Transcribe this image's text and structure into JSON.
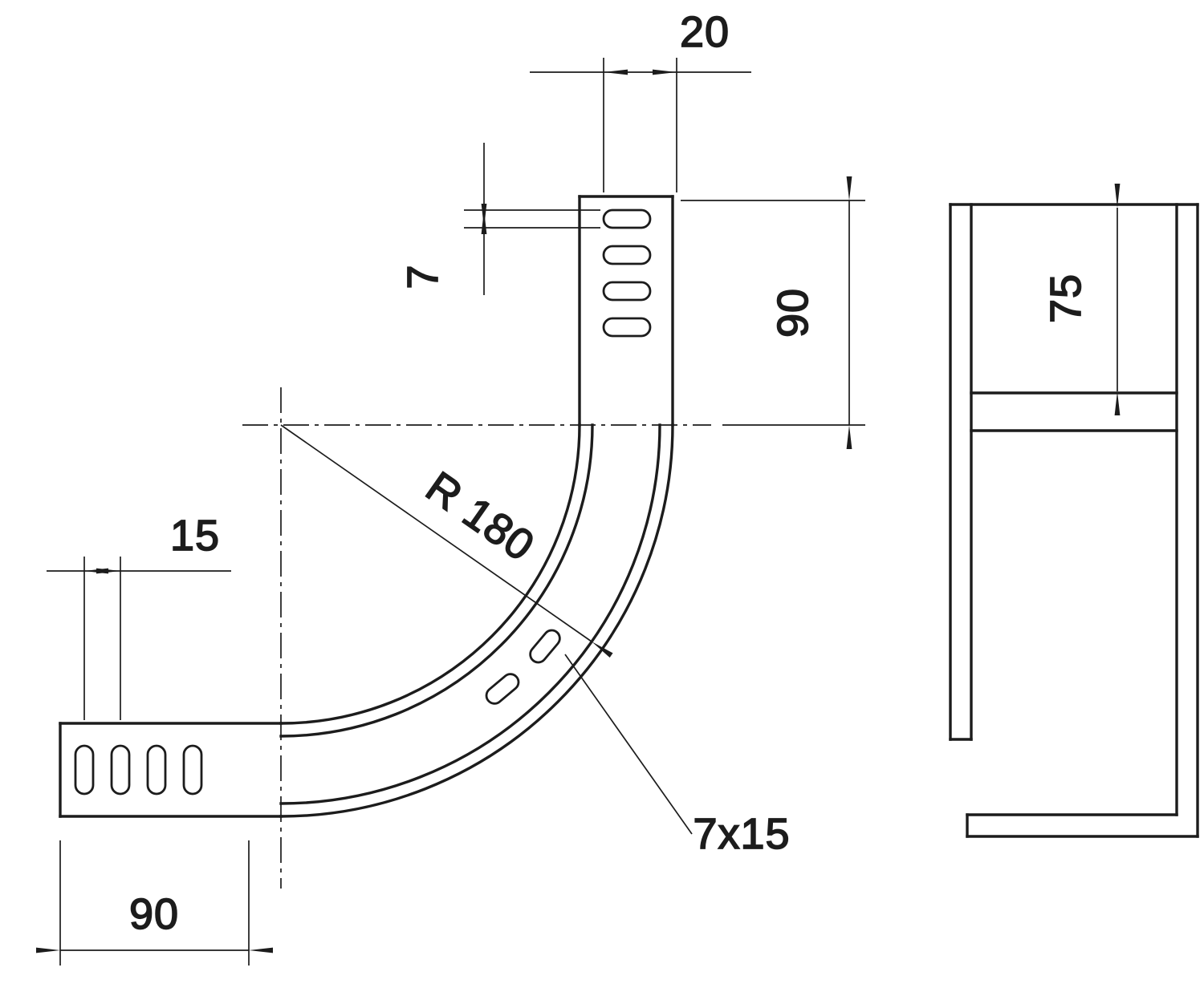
{
  "colors": {
    "ink": "#1c1c1c",
    "paper": "#ffffff"
  },
  "front_view": {
    "dim_top_width": "20",
    "dim_slot_height": "7",
    "dim_vertical_leg": "90",
    "dim_slot_pitch": "15",
    "dim_horizontal_leg": "90",
    "dim_bend_radius": "R 180",
    "dim_slot_size": "7x15"
  },
  "side_view": {
    "dim_inner_width": "75"
  }
}
